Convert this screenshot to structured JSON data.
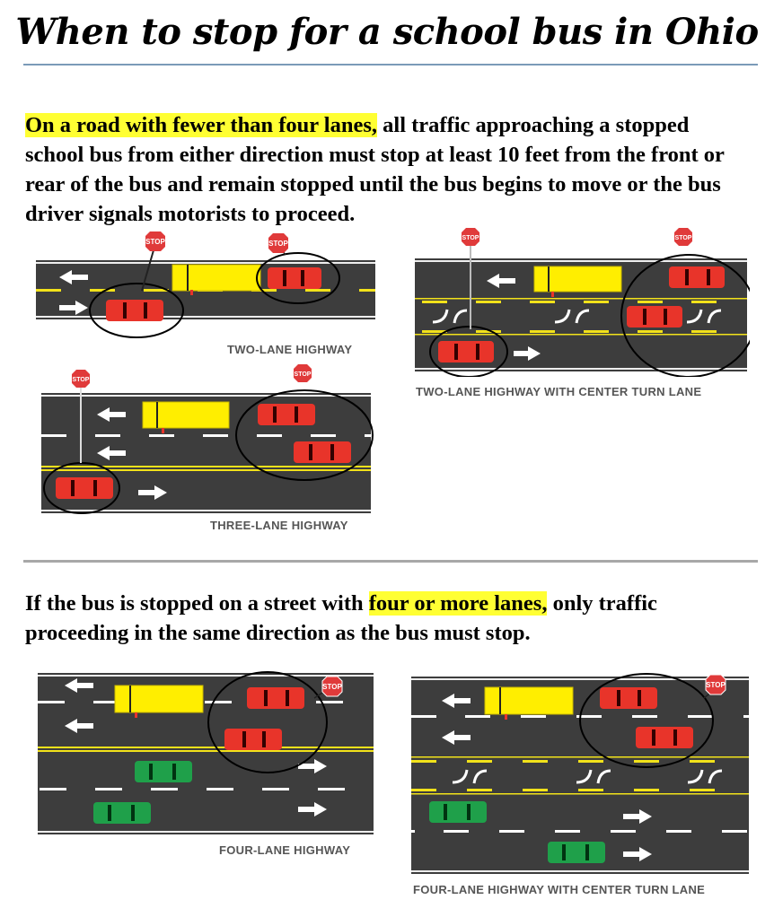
{
  "title": "When to stop for a school bus in Ohio",
  "section1": {
    "highlight": "On a road with fewer than four lanes,",
    "text": " all traffic approaching a stopped school bus from either direction must stop at least 10 feet from the front or rear of the bus and remain stopped until the bus begins to move or the bus driver signals motorists to proceed."
  },
  "section2": {
    "before": "If the bus is stopped on a street with ",
    "highlight": "four or more lanes,",
    "after": " only traffic proceeding in the same direction as the bus must stop."
  },
  "stop_sign_label": "STOP",
  "diagrams": [
    {
      "id": "two-lane",
      "caption": "TWO-LANE HIGHWAY"
    },
    {
      "id": "two-lane-center-turn",
      "caption": "TWO-LANE HIGHWAY WITH CENTER TURN LANE"
    },
    {
      "id": "three-lane",
      "caption": "THREE-LANE HIGHWAY"
    },
    {
      "id": "four-lane",
      "caption": "FOUR-LANE HIGHWAY"
    },
    {
      "id": "four-lane-center-turn",
      "caption": "FOUR-LANE HIGHWAY WITH CENTER TURN LANE"
    }
  ],
  "colors": {
    "road": "#3d3d3d",
    "bus": "#ffee00",
    "car_stopped": "#e8342a",
    "car_moving": "#1fa04a",
    "stop_sign": "#e03a3a",
    "highlight": "#ffff33",
    "yellow_line": "#f2e21a"
  }
}
